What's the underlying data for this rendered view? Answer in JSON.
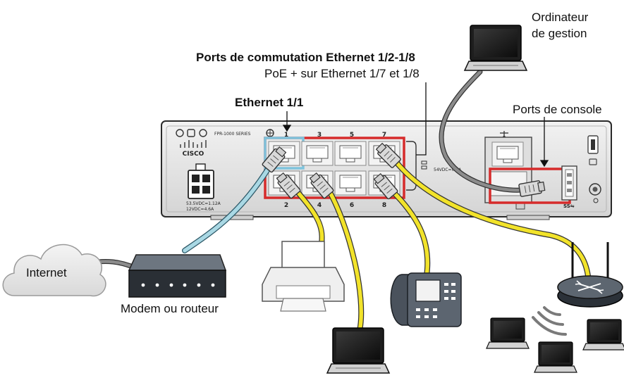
{
  "labels": {
    "management_computer": [
      "Ordinateur",
      "de gestion"
    ],
    "switch_ports_title": "Ports de commutation Ethernet 1/2-1/8",
    "poe_note": "PoE + sur Ethernet 1/7 et 1/8",
    "ethernet_1_1": "Ethernet 1/1",
    "console_ports": "Ports de console",
    "internet": "Internet",
    "modem_router": "Modem ou routeur"
  },
  "chassis": {
    "series": "FPR-1000 SERIES",
    "brand": "CISCO",
    "power_rating_1": "53.5VDC=1.12A",
    "power_rating_2": "12VDC=4.6A",
    "poe_rating": "54VDC=0.6A",
    "top_port_numbers": [
      "1",
      "3",
      "5",
      "7"
    ],
    "bottom_port_numbers": [
      "2",
      "4",
      "6",
      "8"
    ]
  },
  "colors": {
    "cable_yellow": "#f2e32a",
    "cable_blue": "#a9d8e4",
    "cable_gray": "#8c8c8c",
    "highlight_red": "#d62b2b",
    "highlight_blue": "#7fc4dd",
    "chassis": "#e6e6e6"
  }
}
